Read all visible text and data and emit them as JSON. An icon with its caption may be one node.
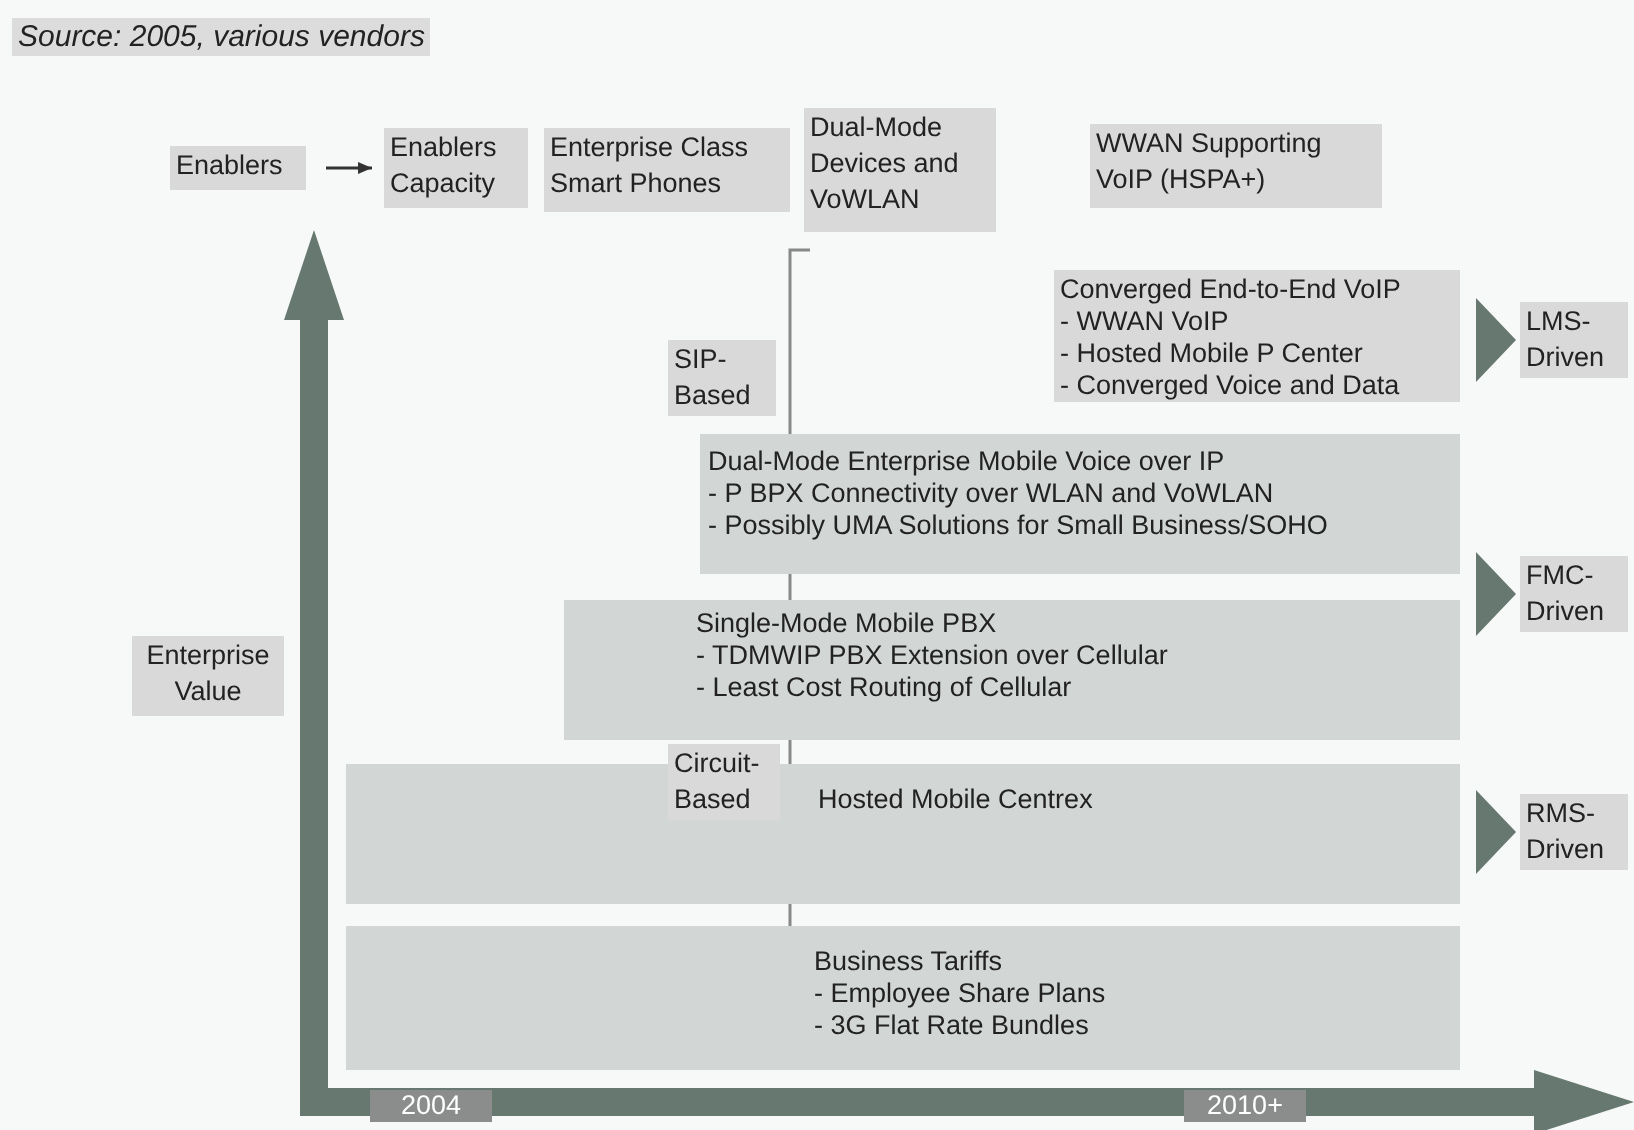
{
  "diagram": {
    "caption": "Source: 2005, various vendors",
    "nodes": [
      {
        "text": [
          "Enablers"
        ]
      },
      {
        "text": [
          "Enablers Capacity"
        ]
      },
      {
        "text": [
          "Enterprise Class Smart Phones"
        ]
      },
      {
        "text": [
          "Dual-Mode Devices and VoWLAN"
        ]
      },
      {
        "text": [
          "WWAN Supporting VoIP (HSPA+)"
        ]
      },
      {
        "text": [
          "Converged End-to-End VoIP",
          "- WWAN VoIP",
          "- Hosted Mobile P Center",
          "- Converged Voice and Data"
        ]
      },
      {
        "text": [
          "Dual-Mode Enterprise Mobile Voice over IP",
          "- P BPX Connectivity over WLAN and VoWLAN",
          "- Possibly UMA Solutions for Small Business/SOHO"
        ]
      },
      {
        "text": [
          "Single-Mode Mobile PBX",
          "- TDMWIP PBX Extension over Cellular",
          "- Least Cost Routing of Cellular"
        ]
      },
      {
        "text": [
          "Hosted Mobile Centrex"
        ]
      },
      {
        "text": [
          "Business Tariffs",
          "- Employee Share Plans",
          "- 3G Flat Rate Bundles"
        ]
      },
      {
        "text": [
          "Enterprise Value"
        ]
      }
    ],
    "edges": [
      {
        "from": 0,
        "to": 1,
        "arrow": "to"
      }
    ],
    "labels": [
      "LMS- Driven",
      "SIP- Based",
      "FMC- Driven",
      "Circuit- Based",
      "RMS- Driven",
      "2004",
      "2010+"
    ]
  }
}
